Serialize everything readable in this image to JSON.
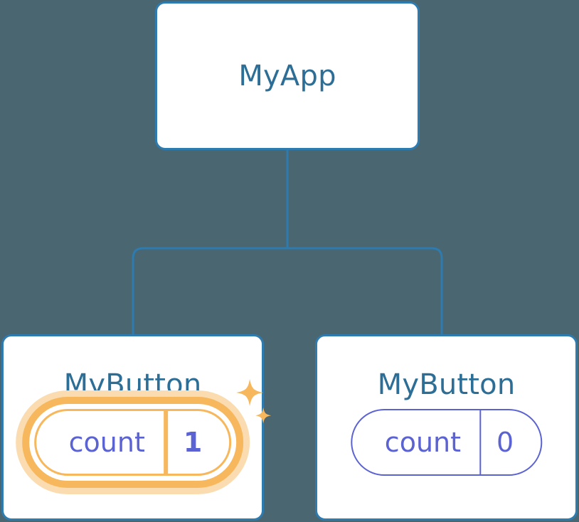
{
  "diagram": {
    "type": "component-tree",
    "background_color": "#4a6670",
    "connector_color": "#2e7bb0"
  },
  "theme": {
    "card_background": "#ffffff",
    "card_border": "#2e7bb0",
    "title_color": "#2d6e96",
    "state_color": "#5b63d3",
    "highlight_color": "#f7b75c",
    "highlight_glow_color": "#fbdcb0"
  },
  "root": {
    "title": "MyApp"
  },
  "children": [
    {
      "title": "MyButton",
      "state": {
        "key": "count",
        "value": "1"
      },
      "updated": true,
      "sparkle_icon": "sparkles-icon"
    },
    {
      "title": "MyButton",
      "state": {
        "key": "count",
        "value": "0"
      },
      "updated": false,
      "sparkle_icon": "sparkles-icon"
    }
  ]
}
